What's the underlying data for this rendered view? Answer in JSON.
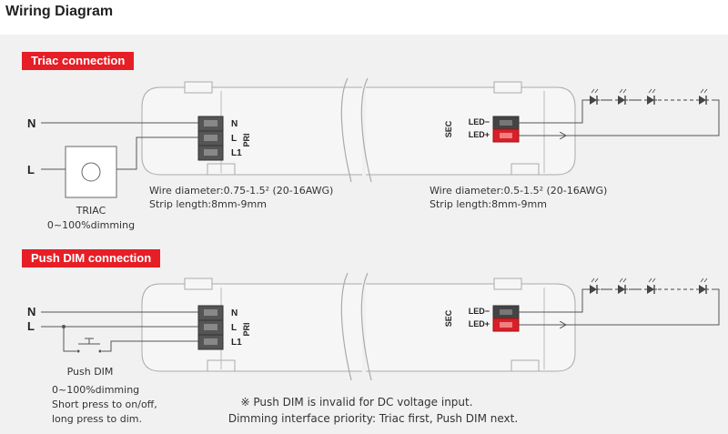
{
  "page_title": "Wiring Diagram",
  "colors": {
    "accent": "#e61e26",
    "panel": "#f1f1f1",
    "line": "#555555"
  },
  "triac": {
    "label": "Triac connection",
    "input_labels": {
      "n": "N",
      "l": "L"
    },
    "dimmer_name": "TRIAC",
    "dimmer_range": "0~100%dimming",
    "terminals": [
      "N",
      "L",
      "L1"
    ],
    "pri": "PRI",
    "sec": "SEC",
    "led_minus": "LED−",
    "led_plus": "LED+",
    "wire_left": [
      "Wire diameter:0.75-1.5² (20-16AWG)",
      "Strip length:8mm-9mm"
    ],
    "wire_right": [
      "Wire diameter:0.5-1.5² (20-16AWG)",
      "Strip length:8mm-9mm"
    ]
  },
  "pushdim": {
    "label": "Push DIM connection",
    "input_labels": {
      "n": "N",
      "l": "L"
    },
    "switch_label": "Push DIM",
    "range": "0~100%dimming",
    "desc": [
      "Short press to on/off,",
      "long press to dim."
    ],
    "terminals": [
      "N",
      "L",
      "L1"
    ],
    "pri": "PRI",
    "sec": "SEC",
    "led_minus": "LED−",
    "led_plus": "LED+"
  },
  "notes": [
    "※ Push DIM is invalid for DC voltage input.",
    "Dimming interface priority: Triac first, Push DIM next."
  ]
}
